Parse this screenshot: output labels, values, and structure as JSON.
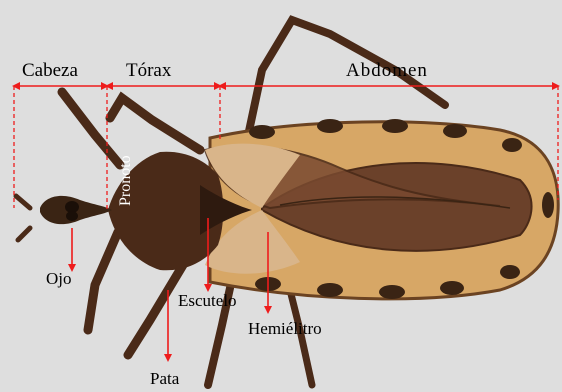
{
  "figure": {
    "region_labels": {
      "head": "Cabeza",
      "thorax": "Tórax",
      "abdomen": "Abdomen"
    },
    "part_labels": {
      "pronotum": "Pronoto",
      "eye": "Ojo",
      "scutellum": "Escutelo",
      "hemelytron": "Hemiélitro",
      "leg": "Pata"
    },
    "colors": {
      "annotation": "#ee1c1c",
      "background": "#dedede",
      "body_dark": "#4a2a18",
      "wing_pale": "#d9b58a",
      "abdomen_margin": "#d7a766"
    }
  }
}
